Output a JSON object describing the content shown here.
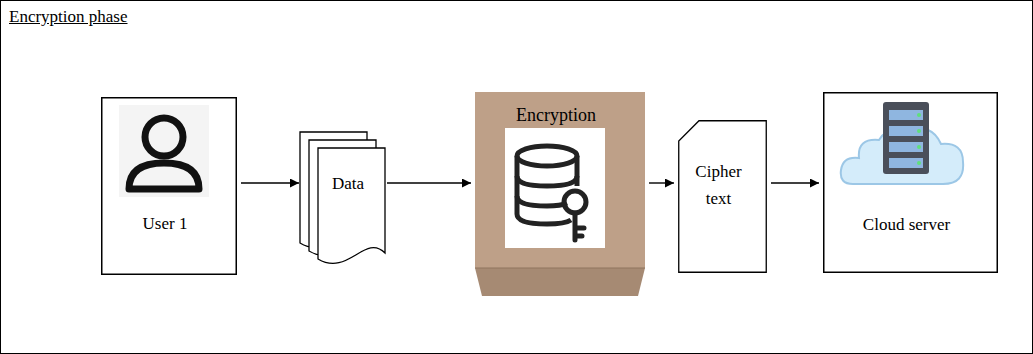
{
  "diagram": {
    "nodes": [
      {
        "text": [
          "Encryption phase"
        ]
      },
      {
        "text": [
          "User 1"
        ],
        "in": 0
      },
      {
        "text": [
          "Data"
        ],
        "in": 0
      },
      {
        "text": [
          "Encryption"
        ],
        "in": 0
      },
      {
        "text": [
          "Cipher text"
        ],
        "in": 0
      },
      {
        "text": [
          "Cloud server"
        ],
        "in": 0
      }
    ],
    "edges": [
      {
        "from": 1,
        "to": 2,
        "arrow": "to"
      },
      {
        "from": 2,
        "to": 3,
        "arrow": "to"
      },
      {
        "from": 3,
        "to": 4,
        "arrow": "to"
      },
      {
        "from": 4,
        "to": 5,
        "arrow": "to"
      }
    ]
  }
}
